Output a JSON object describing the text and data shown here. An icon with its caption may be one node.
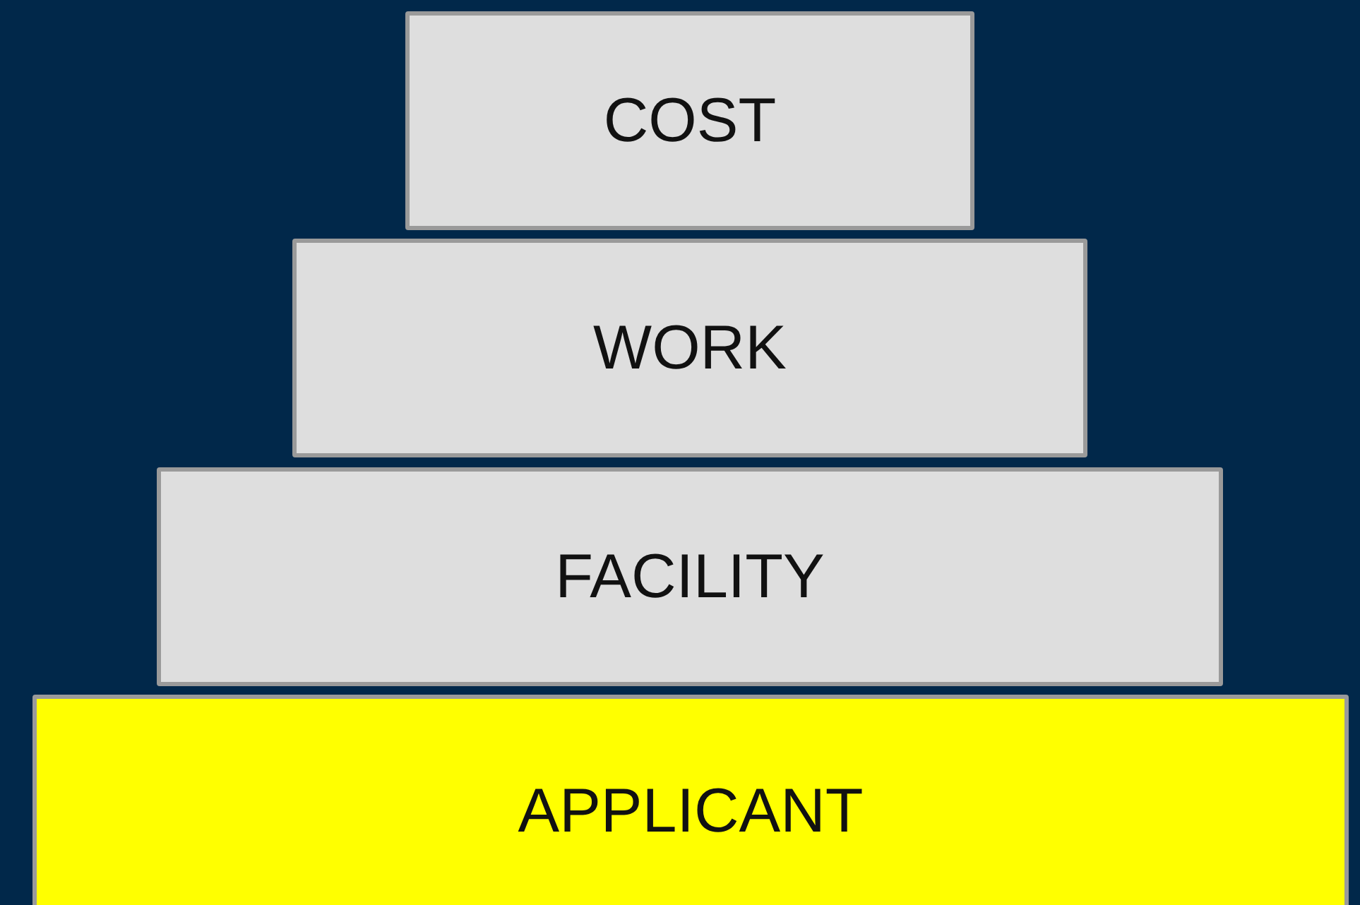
{
  "diagram": {
    "nodes": [
      {
        "text": [
          "COST"
        ]
      },
      {
        "text": [
          "WORK"
        ]
      },
      {
        "text": [
          "FACILITY"
        ]
      },
      {
        "text": [
          "APPLICANT"
        ]
      }
    ]
  }
}
